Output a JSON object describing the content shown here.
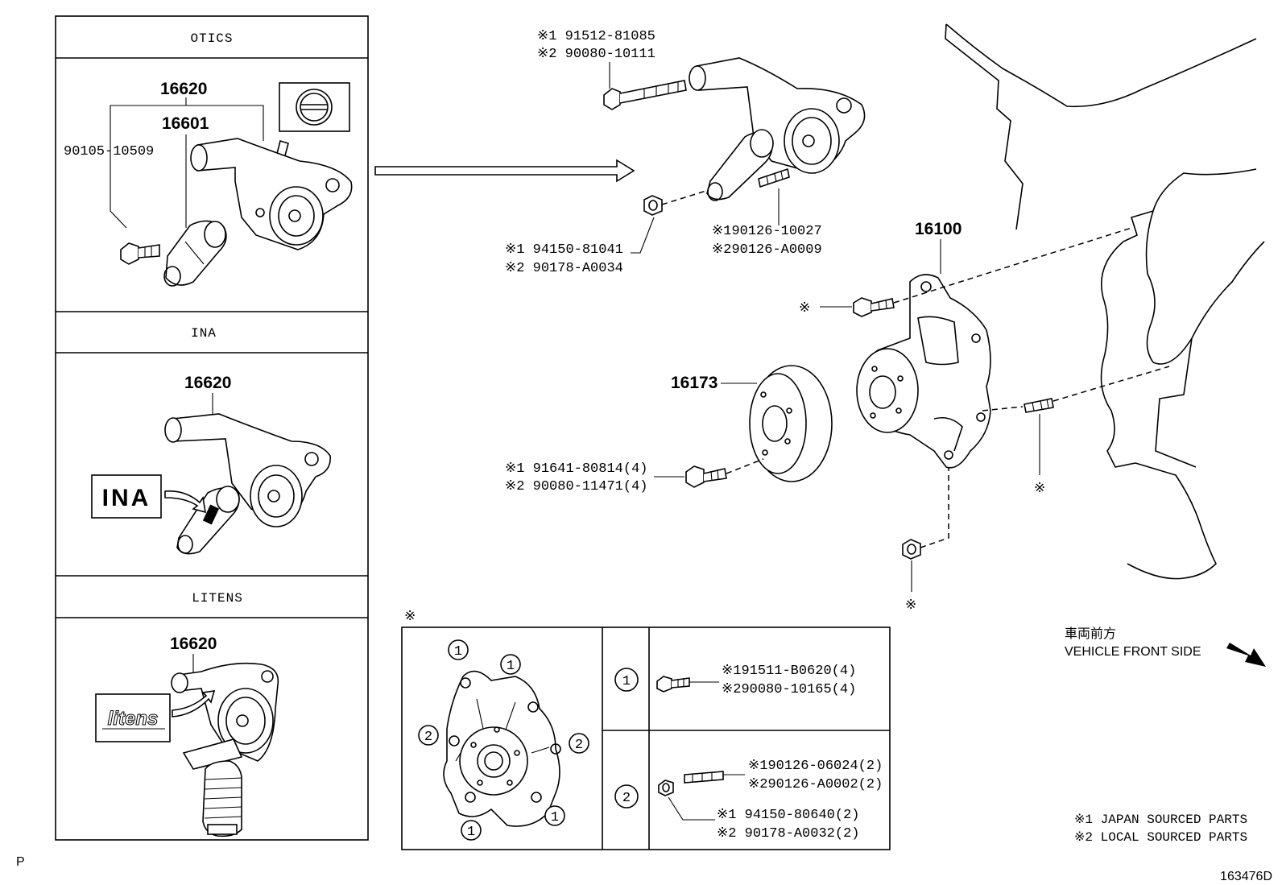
{
  "panels": {
    "otics": {
      "title": "OTICS",
      "part_tensioner": "16620",
      "part_damper": "16601",
      "part_bolt": "90105-10509"
    },
    "ina": {
      "title": "INA",
      "part_tensioner": "16620",
      "brand_tag": "INA"
    },
    "litens": {
      "title": "LITENS",
      "part_tensioner": "16620",
      "brand_tag": "litens"
    }
  },
  "main": {
    "bolt_top": {
      "l1": "※1 91512-81085",
      "l2": "※2 90080-10111"
    },
    "nut_left": {
      "l1": "※1 94150-81041",
      "l2": "※2 90178-A0034"
    },
    "stud_top": {
      "l1": "※190126-10027",
      "l2": "※290126-A0009"
    },
    "pump": "16100",
    "pulley": "16173",
    "pulley_bolts": {
      "l1": "※1 91641-80814(4)",
      "l2": "※2 90080-11471(4)"
    },
    "mark_bolt": "※",
    "mark_stud": "※",
    "mark_nut": "※"
  },
  "legend_table": {
    "mark": "※",
    "callout_1": "1",
    "callout_2": "2",
    "row1": {
      "num": "1",
      "l1": "※191511-B0620(4)",
      "l2": "※290080-10165(4)"
    },
    "row2": {
      "num": "2",
      "l1": "※190126-06024(2)",
      "l2": "※290126-A0002(2)",
      "l3": "※1 94150-80640(2)",
      "l4": "※2 90178-A0032(2)"
    }
  },
  "direction": {
    "jp": "車両前方",
    "en": "VEHICLE FRONT SIDE"
  },
  "notes": {
    "n1": "※1 JAPAN SOURCED PARTS",
    "n2": "※2 LOCAL SOURCED PARTS"
  },
  "footer": {
    "left": "P",
    "right": "163476D"
  }
}
